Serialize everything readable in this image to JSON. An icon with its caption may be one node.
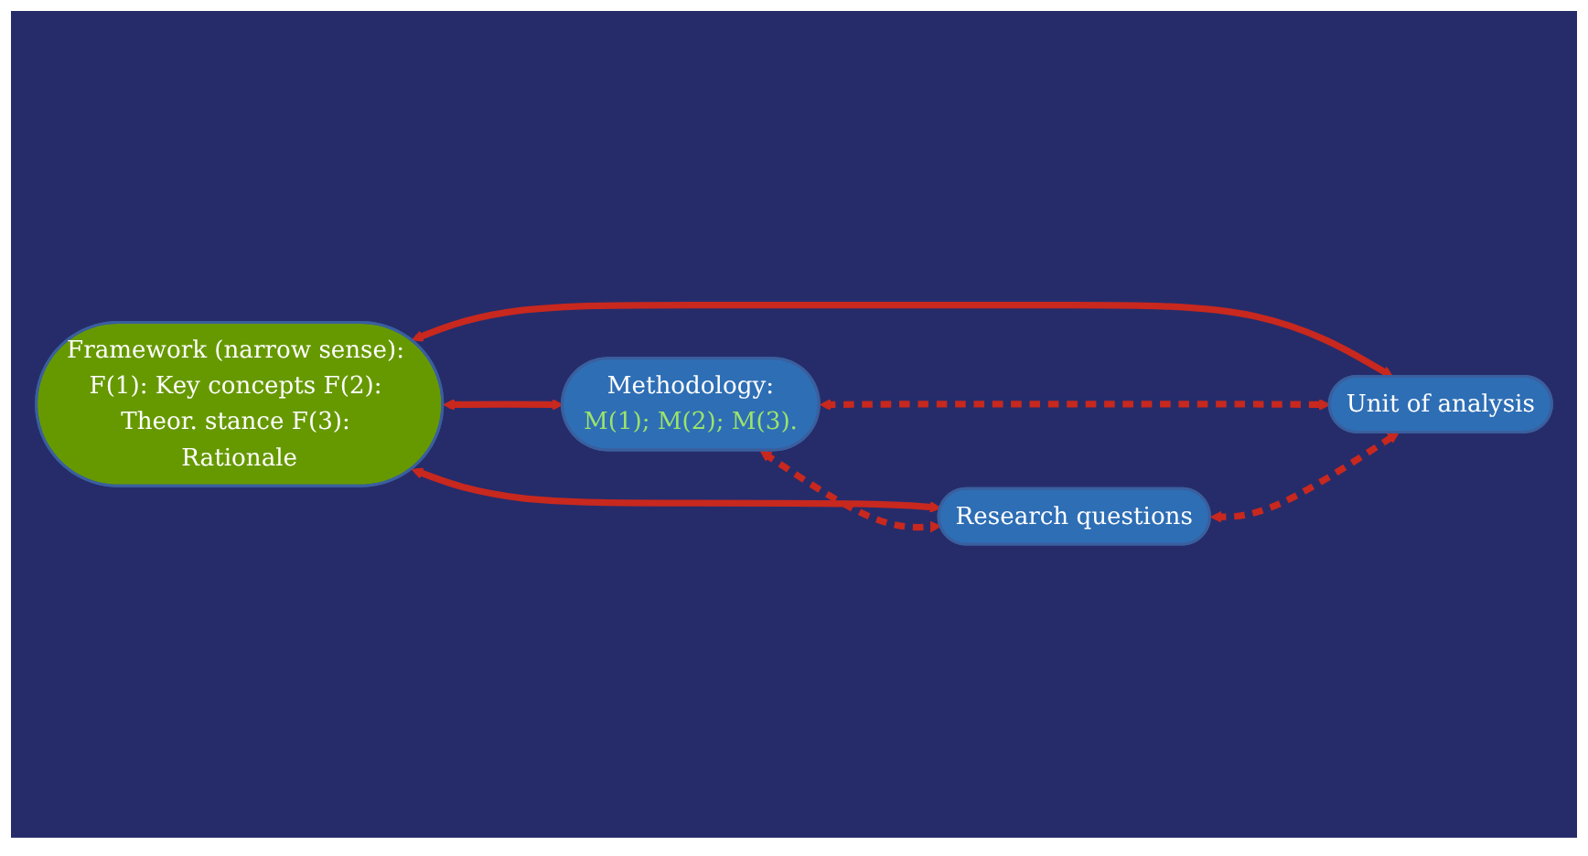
{
  "diagram": {
    "nodes": [
      {
        "text": [
          "Framework (narrow sense): F(1): Key concepts F(2): Theor. stance F(3): Rationale"
        ]
      },
      {
        "text": [
          "Methodology:",
          "M(1); M(2); M(3)."
        ]
      },
      {
        "text": [
          "Research questions"
        ]
      },
      {
        "text": [
          "Unit of analysis"
        ]
      }
    ],
    "edges": [
      {
        "from": 0,
        "to": 1,
        "arrow": "both"
      },
      {
        "from": 0,
        "to": 2,
        "arrow": "both"
      },
      {
        "from": 0,
        "to": 3,
        "arrow": "both"
      },
      {
        "from": 1,
        "to": 2,
        "arrow": "both",
        "style": "dashed"
      },
      {
        "from": 1,
        "to": 3,
        "arrow": "both",
        "style": "dashed"
      },
      {
        "from": 2,
        "to": 3,
        "arrow": "both",
        "style": "dashed"
      }
    ]
  }
}
